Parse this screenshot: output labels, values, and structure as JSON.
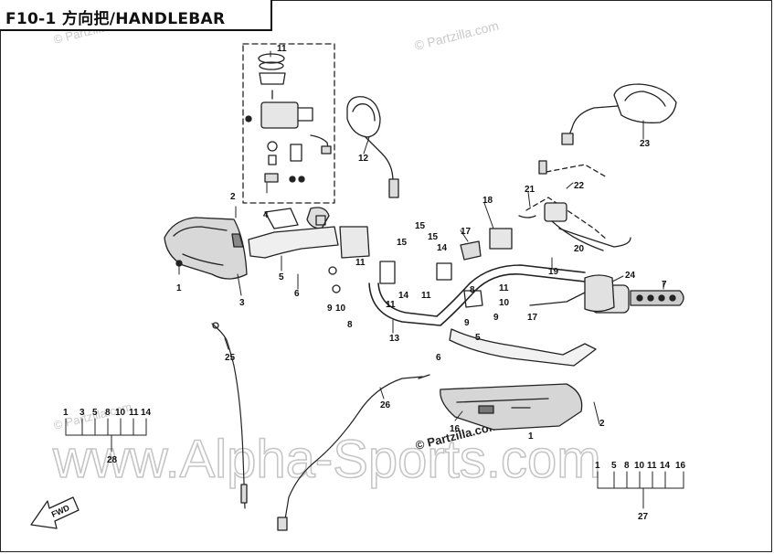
{
  "title": "F10-1 方向把/HANDLEBAR",
  "watermarks": {
    "partzilla": "© Partzilla.com",
    "partzilla_top_left": "© Partzilla.com",
    "partzilla_left": "© Partzilla.com",
    "partzilla_center": "© Partzilla.com",
    "site": "www.Alpha-Sports.com"
  },
  "fwd_label": "FWD",
  "callouts": {
    "c1a": "1",
    "c1b": "1",
    "c2a": "2",
    "c2b": "2",
    "c3": "3",
    "c4": "4",
    "c5a": "5",
    "c5b": "5",
    "c6a": "6",
    "c6b": "6",
    "c7": "7",
    "c8a": "8",
    "c8b": "8",
    "c9a": "9",
    "c9b": "9",
    "c9c": "9",
    "c10a": "10",
    "c10b": "10",
    "c11a": "11",
    "c11b": "11",
    "c11c": "11",
    "c11d": "11",
    "c12": "12",
    "c13": "13",
    "c14a": "14",
    "c14b": "14",
    "c15a": "15",
    "c15b": "15",
    "c16": "16",
    "c17a": "17",
    "c17b": "17",
    "c18": "18",
    "c19": "19",
    "c20": "20",
    "c21": "21",
    "c22": "22",
    "c23": "23",
    "c24": "24",
    "c25": "25",
    "c26": "26"
  },
  "kit_28": {
    "items": [
      "1",
      "3",
      "5",
      "8",
      "10",
      "11",
      "14"
    ],
    "label": "28"
  },
  "kit_27": {
    "items": [
      "1",
      "5",
      "8",
      "10",
      "11",
      "14",
      "16"
    ],
    "label": "27"
  },
  "top_kit_11": "11"
}
